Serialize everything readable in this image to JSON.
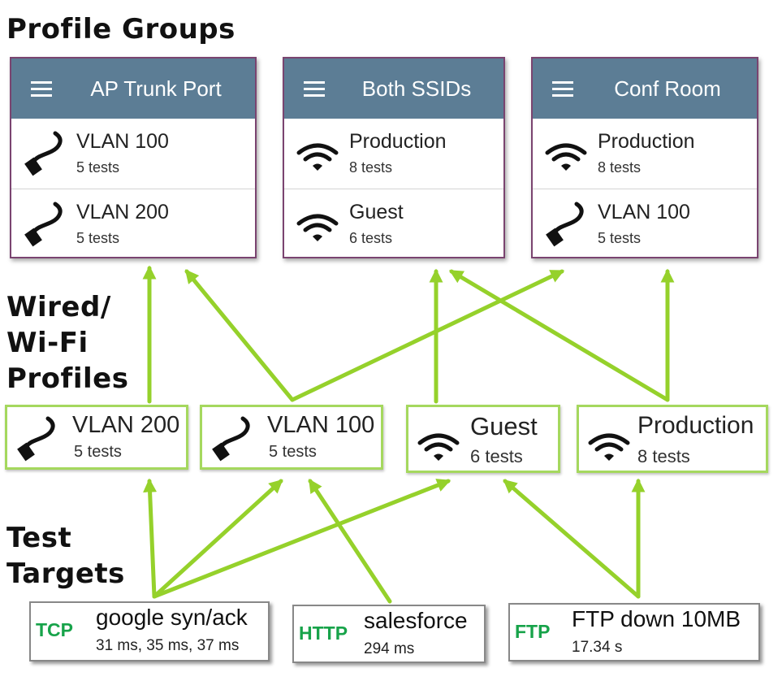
{
  "sections": {
    "groups": "Profile Groups",
    "profiles_line1": "Wired/",
    "profiles_line2": "Wi-Fi",
    "profiles_line3": "Profiles",
    "targets_line1": "Test",
    "targets_line2": "Targets"
  },
  "groups": [
    {
      "title": "AP Trunk Port",
      "rows": [
        {
          "icon": "cable-icon",
          "title": "VLAN 100",
          "sub": "5 tests"
        },
        {
          "icon": "cable-icon",
          "title": "VLAN 200",
          "sub": "5 tests"
        }
      ]
    },
    {
      "title": "Both SSIDs",
      "rows": [
        {
          "icon": "wifi-icon",
          "title": "Production",
          "sub": "8 tests"
        },
        {
          "icon": "wifi-icon",
          "title": "Guest",
          "sub": "6 tests"
        }
      ]
    },
    {
      "title": "Conf Room",
      "rows": [
        {
          "icon": "wifi-icon",
          "title": "Production",
          "sub": "8 tests"
        },
        {
          "icon": "cable-icon",
          "title": "VLAN 100",
          "sub": "5 tests"
        }
      ]
    }
  ],
  "profiles": [
    {
      "icon": "cable-icon",
      "title": "VLAN 200",
      "sub": "5 tests"
    },
    {
      "icon": "cable-icon",
      "title": "VLAN 100",
      "sub": "5 tests"
    },
    {
      "icon": "wifi-icon",
      "title": "Guest",
      "sub": "6 tests"
    },
    {
      "icon": "wifi-icon",
      "title": "Production",
      "sub": "8 tests"
    }
  ],
  "targets": [
    {
      "proto": "TCP",
      "title": "google syn/ack",
      "sub": "31 ms,  35 ms,  37 ms"
    },
    {
      "proto": "HTTP",
      "title": "salesforce",
      "sub": "294 ms"
    },
    {
      "proto": "FTP",
      "title": "FTP down 10MB",
      "sub": "17.34 s"
    }
  ],
  "colors": {
    "header": "#5c7d95",
    "card_border": "#7a4470",
    "arrow": "#95d12b",
    "profile_border": "#a5d85e",
    "protocol": "#17a34a"
  }
}
